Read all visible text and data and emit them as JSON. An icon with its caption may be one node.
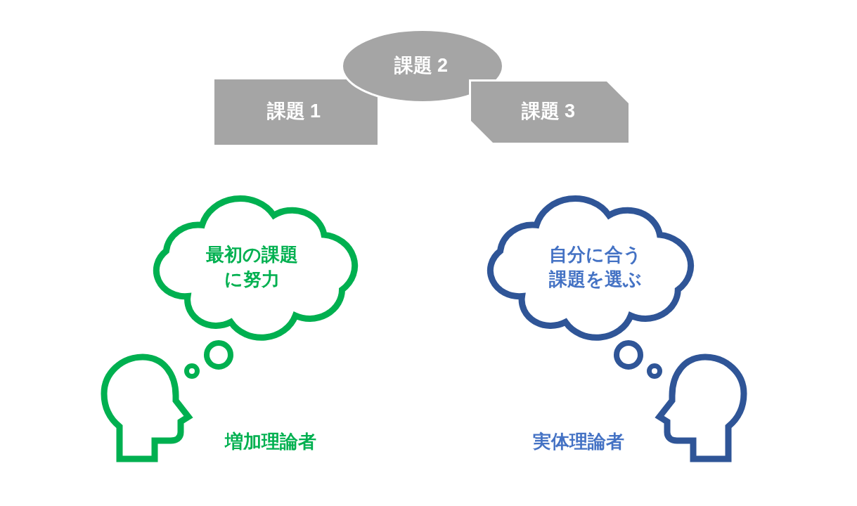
{
  "diagram": {
    "nodes": [
      {
        "text": [
          "課題 1"
        ]
      },
      {
        "text": [
          "課題 2"
        ]
      },
      {
        "text": [
          "課題 3"
        ]
      },
      {
        "text": [
          "最初の課題に努力"
        ]
      },
      {
        "text": [
          "自分に合う課題を選ぶ"
        ]
      },
      {
        "text": [],
        "shape": "person",
        "beside": [
          "増加理論者"
        ]
      },
      {
        "text": [],
        "shape": "person",
        "beside": [
          "実体理論者"
        ]
      }
    ]
  }
}
